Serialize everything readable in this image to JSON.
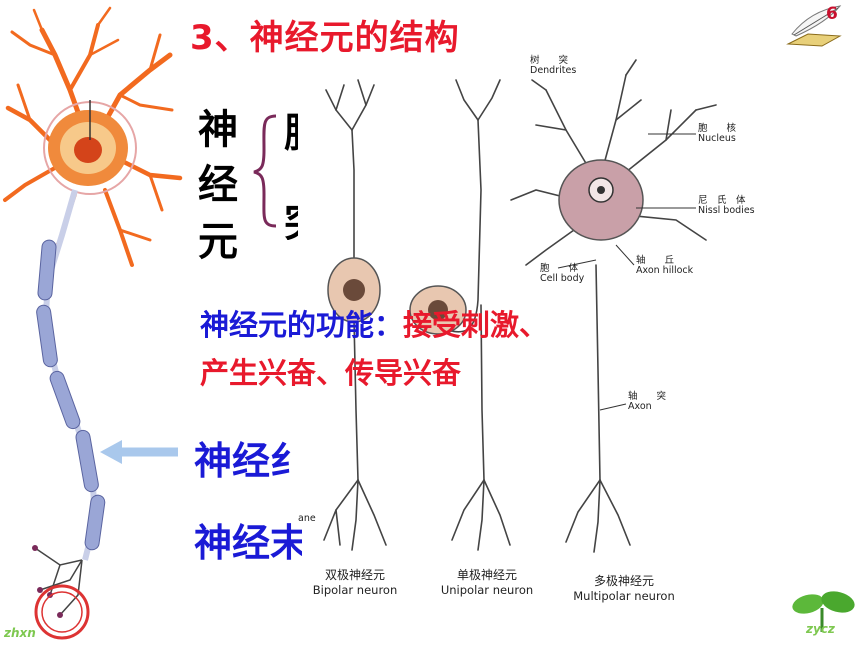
{
  "slide": {
    "title": "3、神经元的结构",
    "page_number": "6"
  },
  "structure_bracket": {
    "vertical_label": [
      "神",
      "经",
      "元"
    ],
    "branch_top_partial": "胞",
    "branch_bottom_partial": "突"
  },
  "function": {
    "label": "神经元的功能：",
    "text_part1": "接受刺激、",
    "text_part2": "产生兴奋、传导兴奋"
  },
  "partial_terms": [
    "神经纟",
    "神经末"
  ],
  "diagram_labels": {
    "dendrites_cn": "树　　突",
    "dendrites_en": "Dendrites",
    "nucleus_cn": "胞　　核",
    "nucleus_en": "Nucleus",
    "nissl_cn": "尼　氏　体",
    "nissl_en": "Nissl bodies",
    "hillock_cn": "轴　　丘",
    "hillock_en": "Axon hillock",
    "cellbody_cn": "胞　　体",
    "cellbody_en": "Cell body",
    "axon_cn": "轴　　突",
    "axon_en": "Axon",
    "ane_partial": "ane"
  },
  "neuron_types": [
    {
      "cn": "双极神经元",
      "en": "Bipolar neuron"
    },
    {
      "cn": "单极神经元",
      "en": "Unipolar neuron"
    },
    {
      "cn": "多极神经元",
      "en": "Multipolar neuron"
    }
  ],
  "corner_marks": {
    "left": "zhxn",
    "right": "zycz"
  },
  "colors": {
    "title_red": "#e8192c",
    "accent_blue": "#1a1ad6",
    "dendrite_orange": "#f26a1f",
    "axon_blue": "#9aa6d6"
  }
}
